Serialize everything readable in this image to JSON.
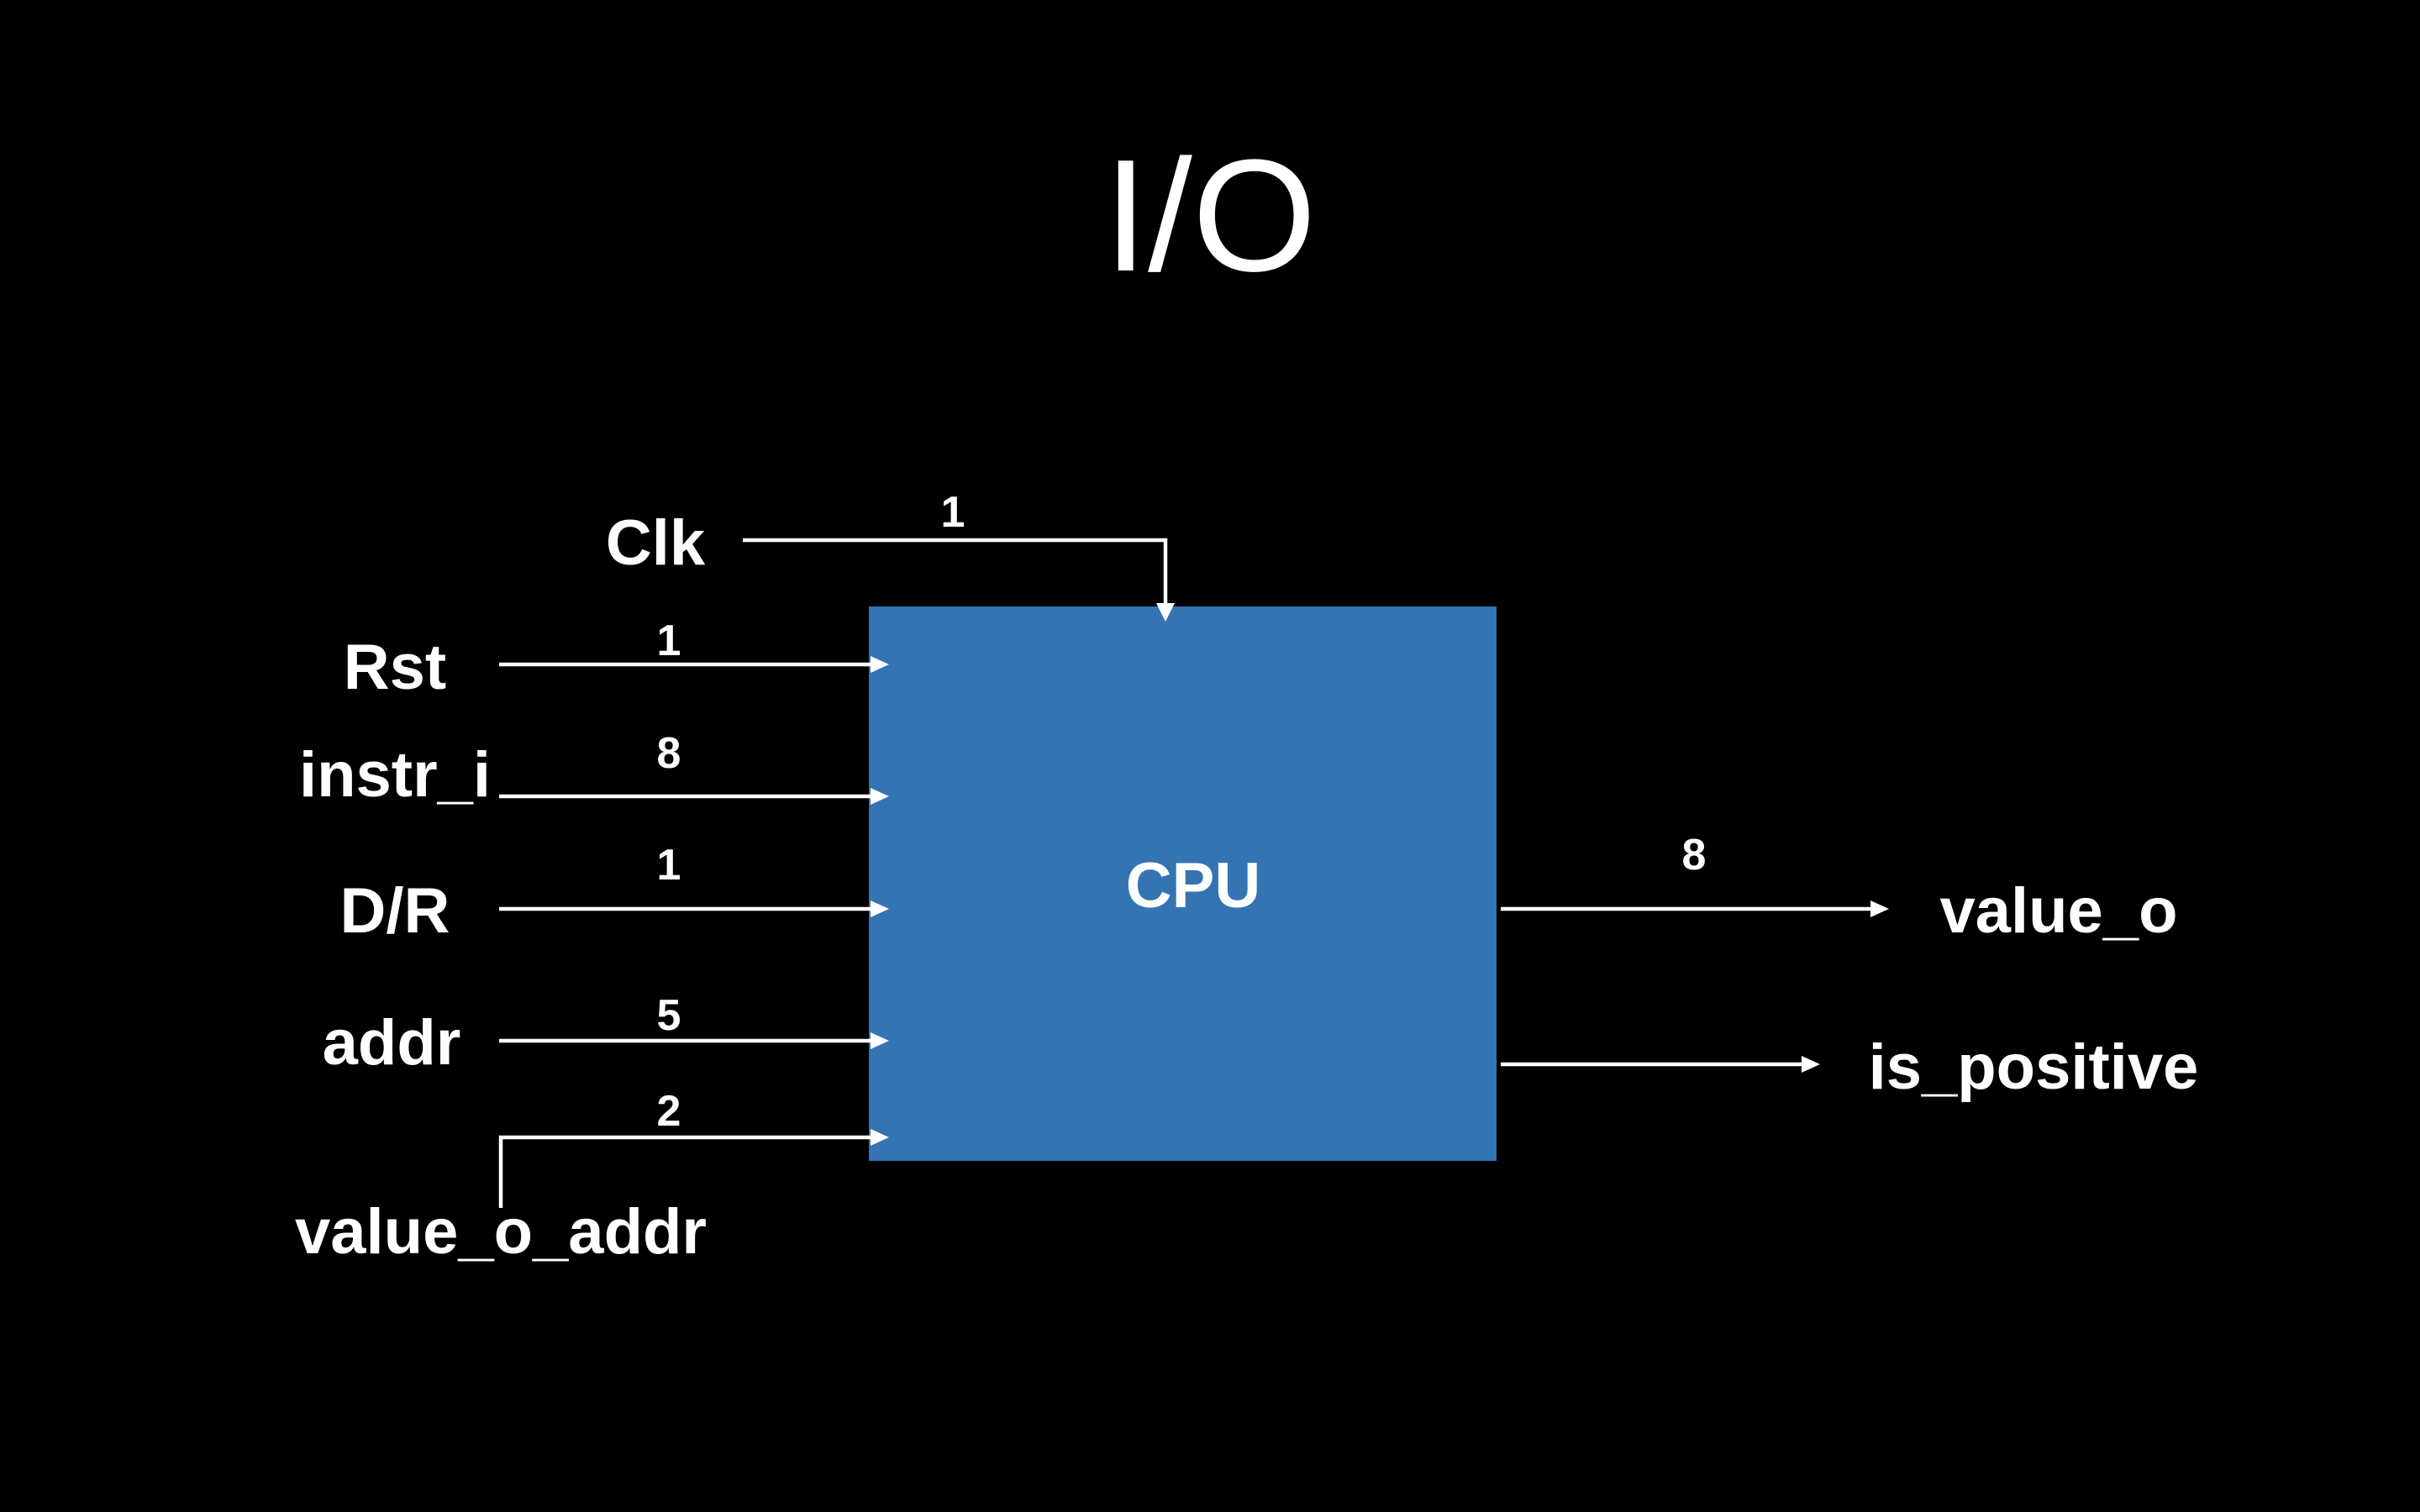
{
  "title": "I/O",
  "block": {
    "label": "CPU",
    "color": "#3574b2"
  },
  "inputs": {
    "clk": {
      "name": "Clk",
      "width": "1"
    },
    "rst": {
      "name": "Rst",
      "width": "1"
    },
    "instr_i": {
      "name": "instr_i",
      "width": "8"
    },
    "dr": {
      "name": "D/R",
      "width": "1"
    },
    "addr": {
      "name": "addr",
      "width": "5"
    },
    "value_o_addr": {
      "name": "value_o_addr",
      "width": "2"
    }
  },
  "outputs": {
    "value_o": {
      "name": "value_o",
      "width": "8"
    },
    "is_positive": {
      "name": "is_positive"
    }
  },
  "colors": {
    "background": "#000000",
    "foreground": "#ffffff"
  }
}
